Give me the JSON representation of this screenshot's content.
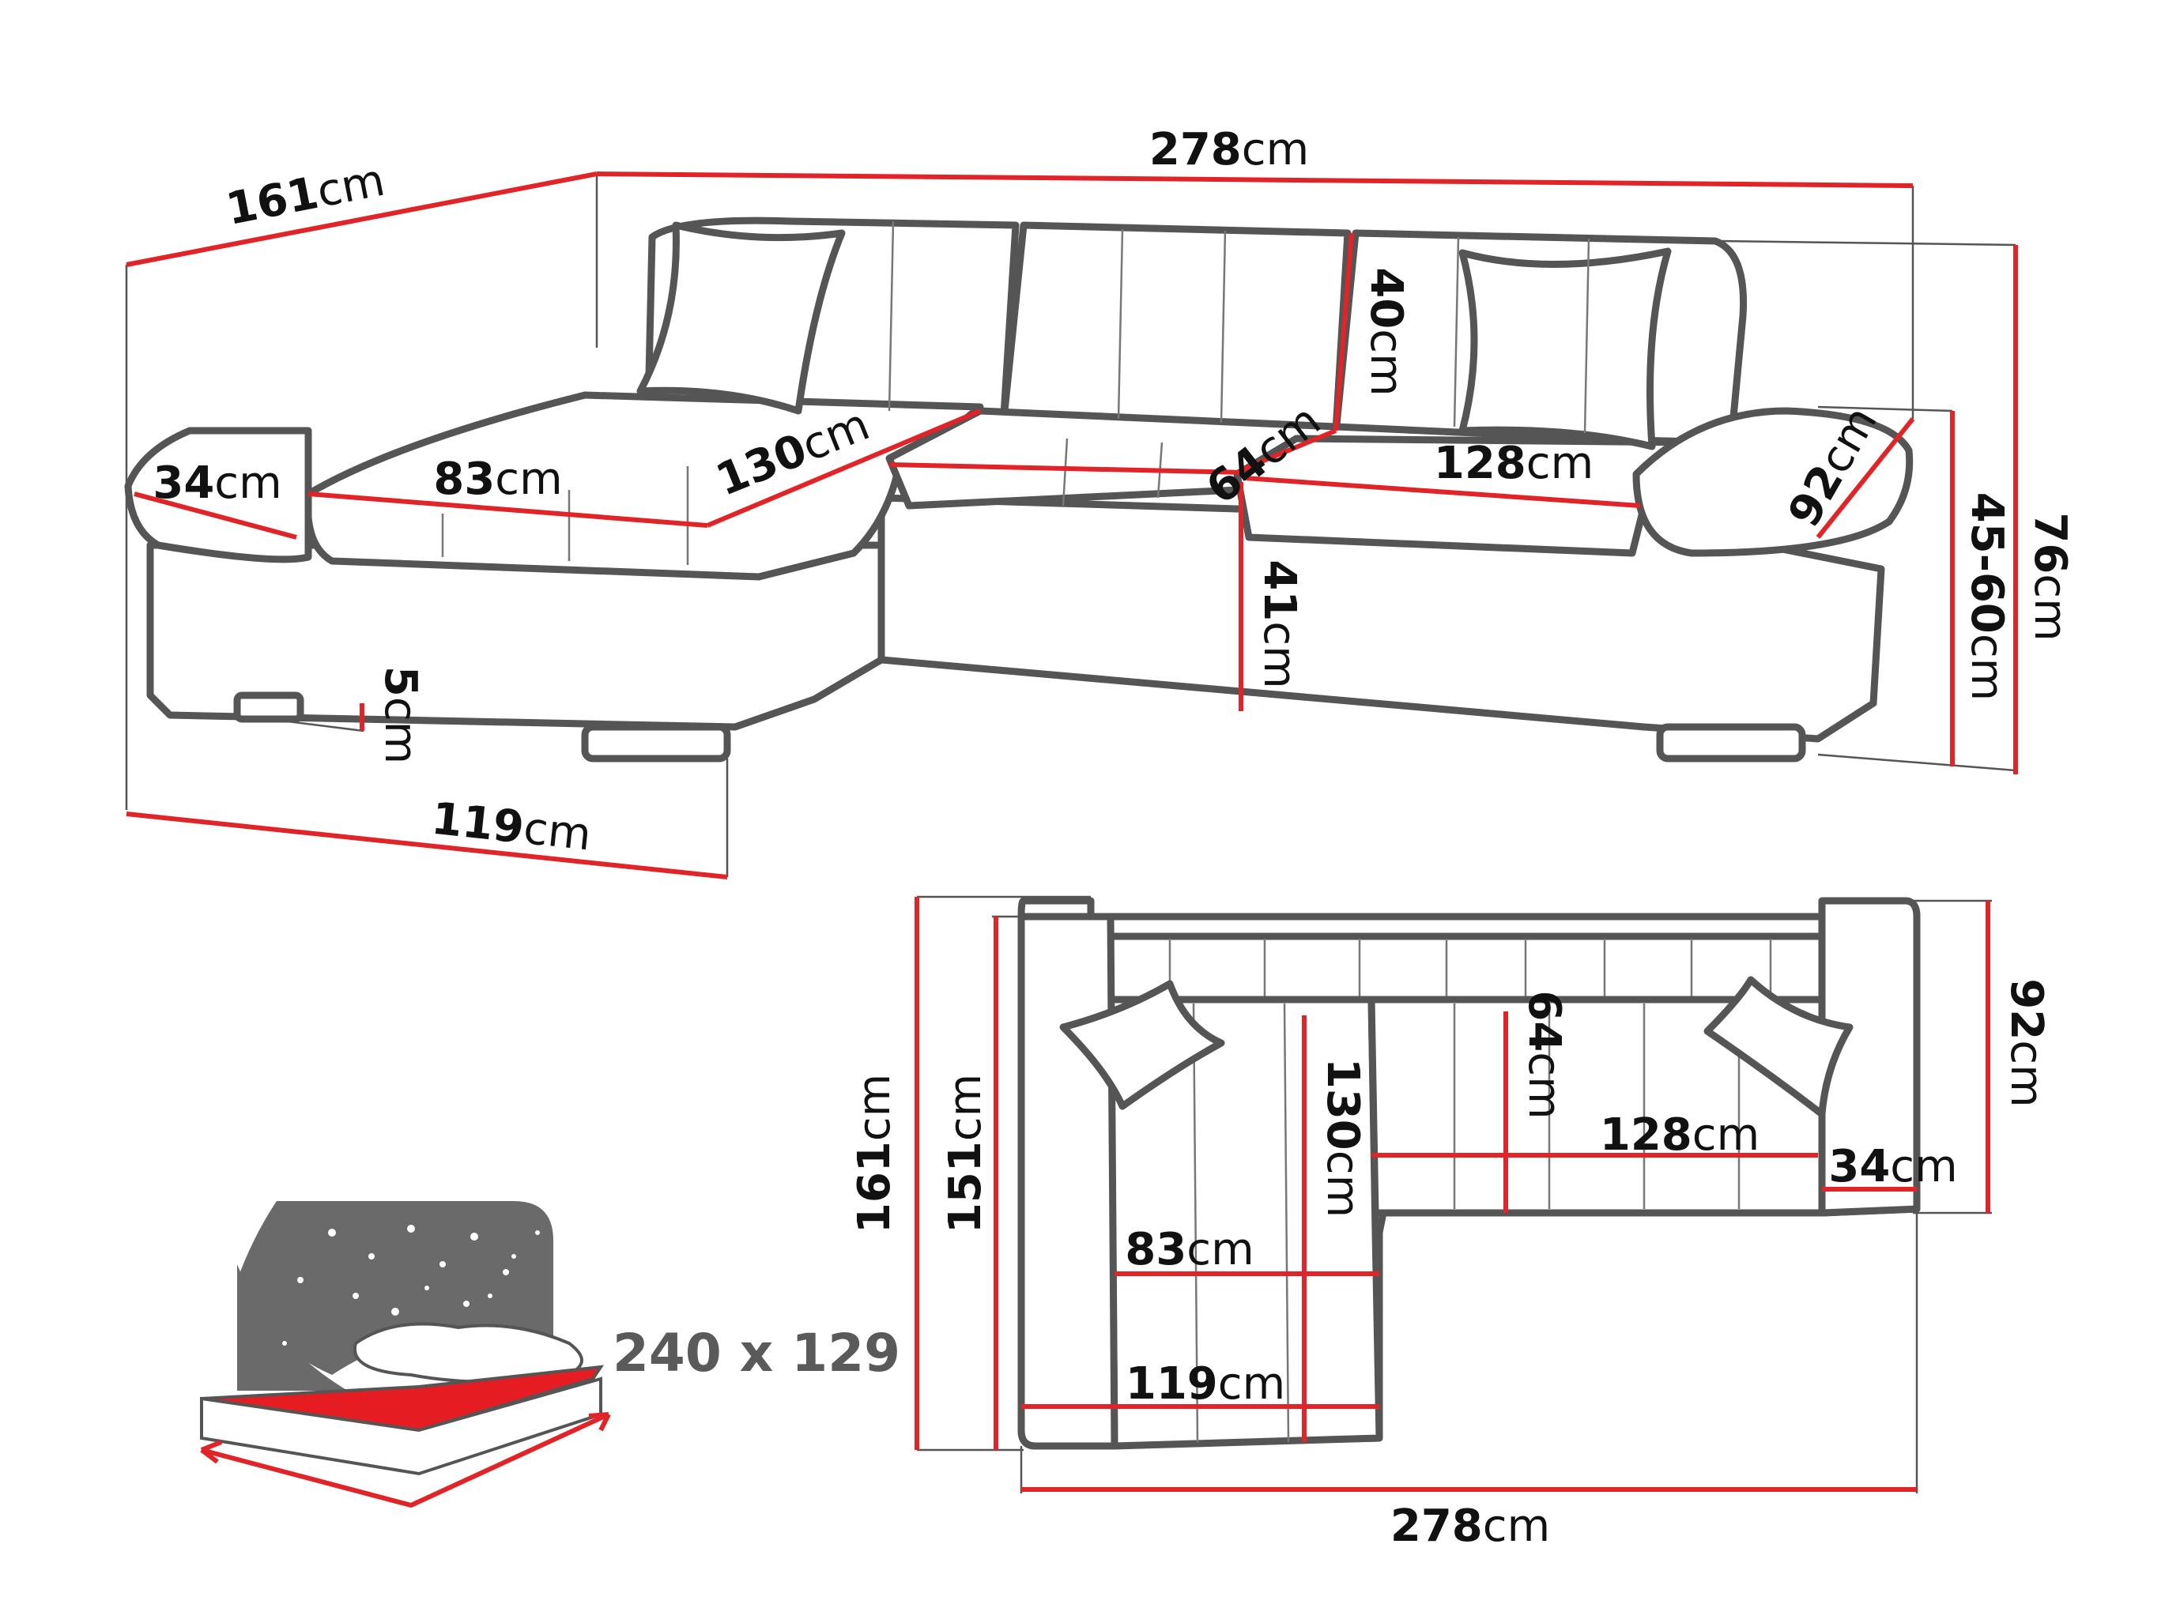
{
  "colors": {
    "dimension_line": "#e02428",
    "outline": "#555555",
    "bed_surface": "#e51d22",
    "headboard": "#6a6a6a",
    "text": "#111111"
  },
  "perspective_view": {
    "overall_width": {
      "value": "278",
      "unit": "cm"
    },
    "depth": {
      "value": "161",
      "unit": "cm"
    },
    "chaise_width": {
      "value": "119",
      "unit": "cm"
    },
    "armrest_left": {
      "value": "34",
      "unit": "cm"
    },
    "seat_83": {
      "value": "83",
      "unit": "cm"
    },
    "seat_130": {
      "value": "130",
      "unit": "cm"
    },
    "seat_64": {
      "value": "64",
      "unit": "cm"
    },
    "seat_128": {
      "value": "128",
      "unit": "cm"
    },
    "armrest_right": {
      "value": "92",
      "unit": "cm"
    },
    "backrest": {
      "value": "40",
      "unit": "cm"
    },
    "seat_height": {
      "value": "41",
      "unit": "cm"
    },
    "leg_height": {
      "value": "5",
      "unit": "cm"
    },
    "armrest_height": {
      "value": "45-60",
      "unit": "cm"
    },
    "total_height": {
      "value": "76",
      "unit": "cm"
    }
  },
  "top_view": {
    "overall_width": {
      "value": "278",
      "unit": "cm"
    },
    "depth_outer": {
      "value": "161",
      "unit": "cm"
    },
    "depth_inner": {
      "value": "151",
      "unit": "cm"
    },
    "chaise_length": {
      "value": "130",
      "unit": "cm"
    },
    "seat_64": {
      "value": "64",
      "unit": "cm"
    },
    "seat_128": {
      "value": "128",
      "unit": "cm"
    },
    "armrest": {
      "value": "34",
      "unit": "cm"
    },
    "side_92": {
      "value": "92",
      "unit": "cm"
    },
    "seat_83": {
      "value": "83",
      "unit": "cm"
    },
    "chaise_119": {
      "value": "119",
      "unit": "cm"
    }
  },
  "bed": {
    "size_label": "240 x 129"
  }
}
